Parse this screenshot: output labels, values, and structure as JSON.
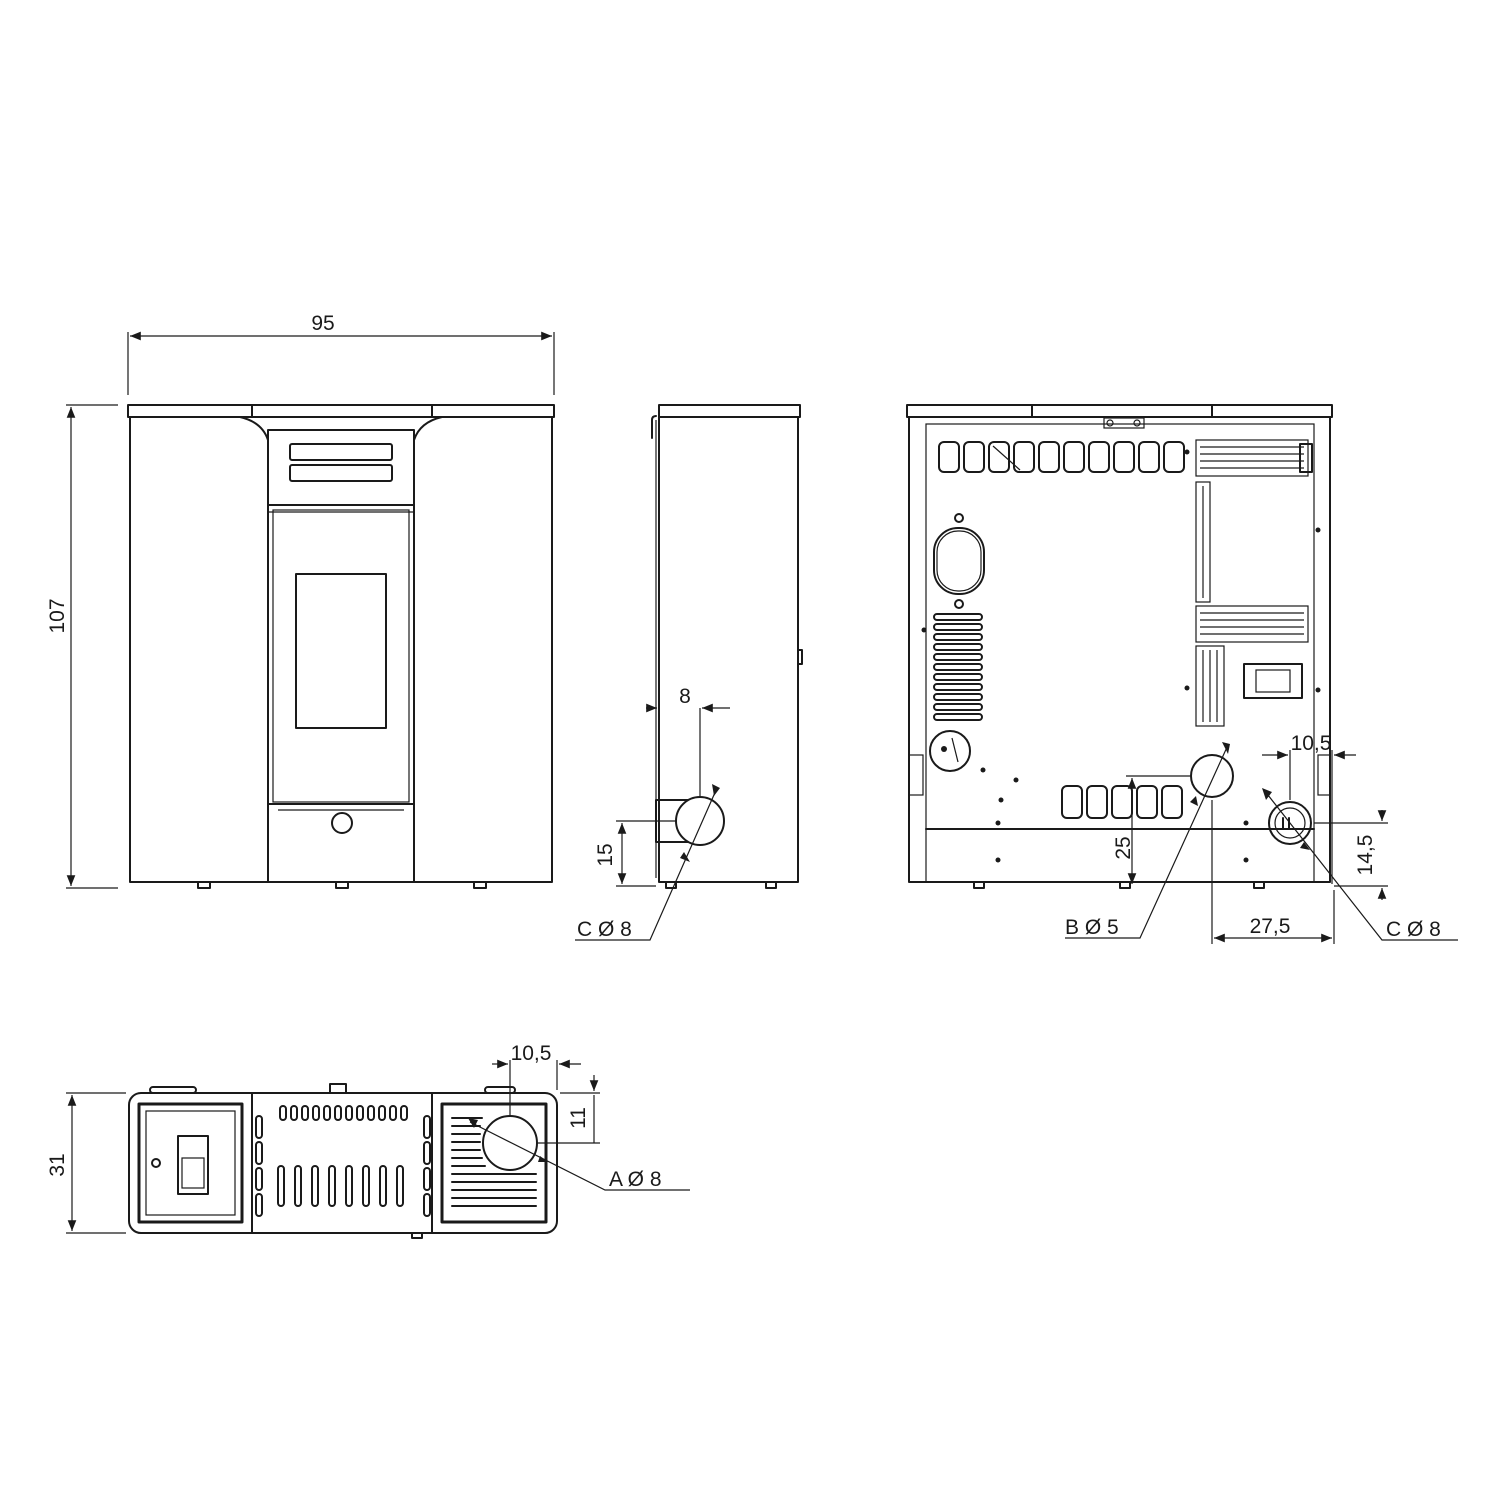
{
  "front_view": {
    "width_label": "95",
    "height_label": "107"
  },
  "side_view": {
    "offset_label": "8",
    "height_label": "15",
    "outlet_label": "C Ø 8"
  },
  "rear_view": {
    "offset_label": "10,5",
    "height_label": "25",
    "outlet_height_label": "14,5",
    "distance_label": "27,5",
    "inlet_label": "B Ø 5",
    "outlet_label": "C Ø 8"
  },
  "top_view": {
    "depth_label": "31",
    "offset_x_label": "10,5",
    "offset_y_label": "11",
    "air_inlet_label": "A Ø 8"
  }
}
